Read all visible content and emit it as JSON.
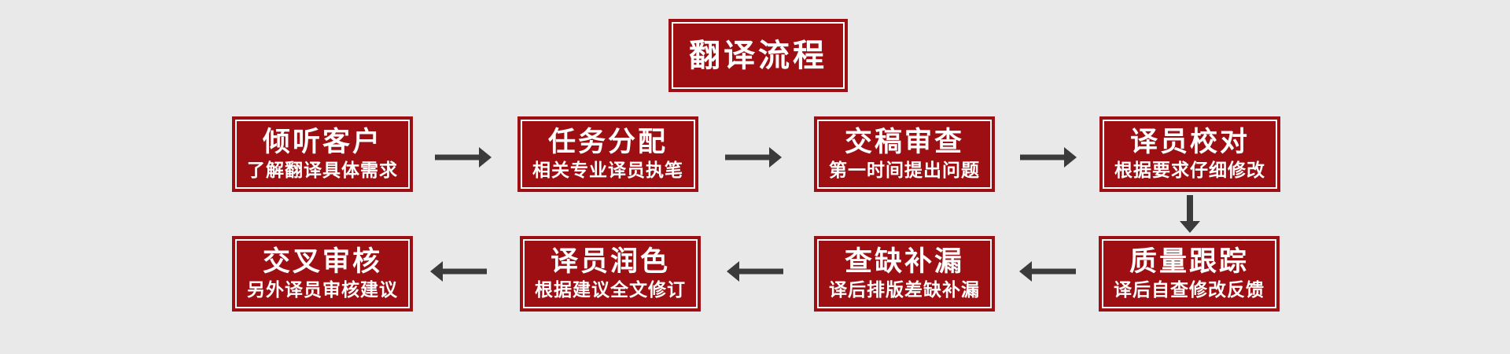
{
  "colors": {
    "background": "#e9e9e9",
    "plaque_red": "#9e0f13",
    "plaque_inner_line": "#ffffff",
    "text": "#ffffff",
    "arrow": "#3b3b3b"
  },
  "title": {
    "label": "翻译流程"
  },
  "flow": {
    "row1_direction": "left-to-right",
    "row2_direction": "right-to-left",
    "connector": "down-arrow from step 4 to step 5",
    "row1": [
      {
        "title": "倾听客户",
        "subtitle": "了解翻译具体需求"
      },
      {
        "title": "任务分配",
        "subtitle": "相关专业译员执笔"
      },
      {
        "title": "交稿审查",
        "subtitle": "第一时间提出问题"
      },
      {
        "title": "译员校对",
        "subtitle": "根据要求仔细修改"
      }
    ],
    "row2": [
      {
        "title": "交叉审核",
        "subtitle": "另外译员审核建议"
      },
      {
        "title": "译员润色",
        "subtitle": "根据建议全文修订"
      },
      {
        "title": "查缺补漏",
        "subtitle": "译后排版差缺补漏"
      },
      {
        "title": "质量跟踪",
        "subtitle": "译后自查修改反馈"
      }
    ]
  }
}
